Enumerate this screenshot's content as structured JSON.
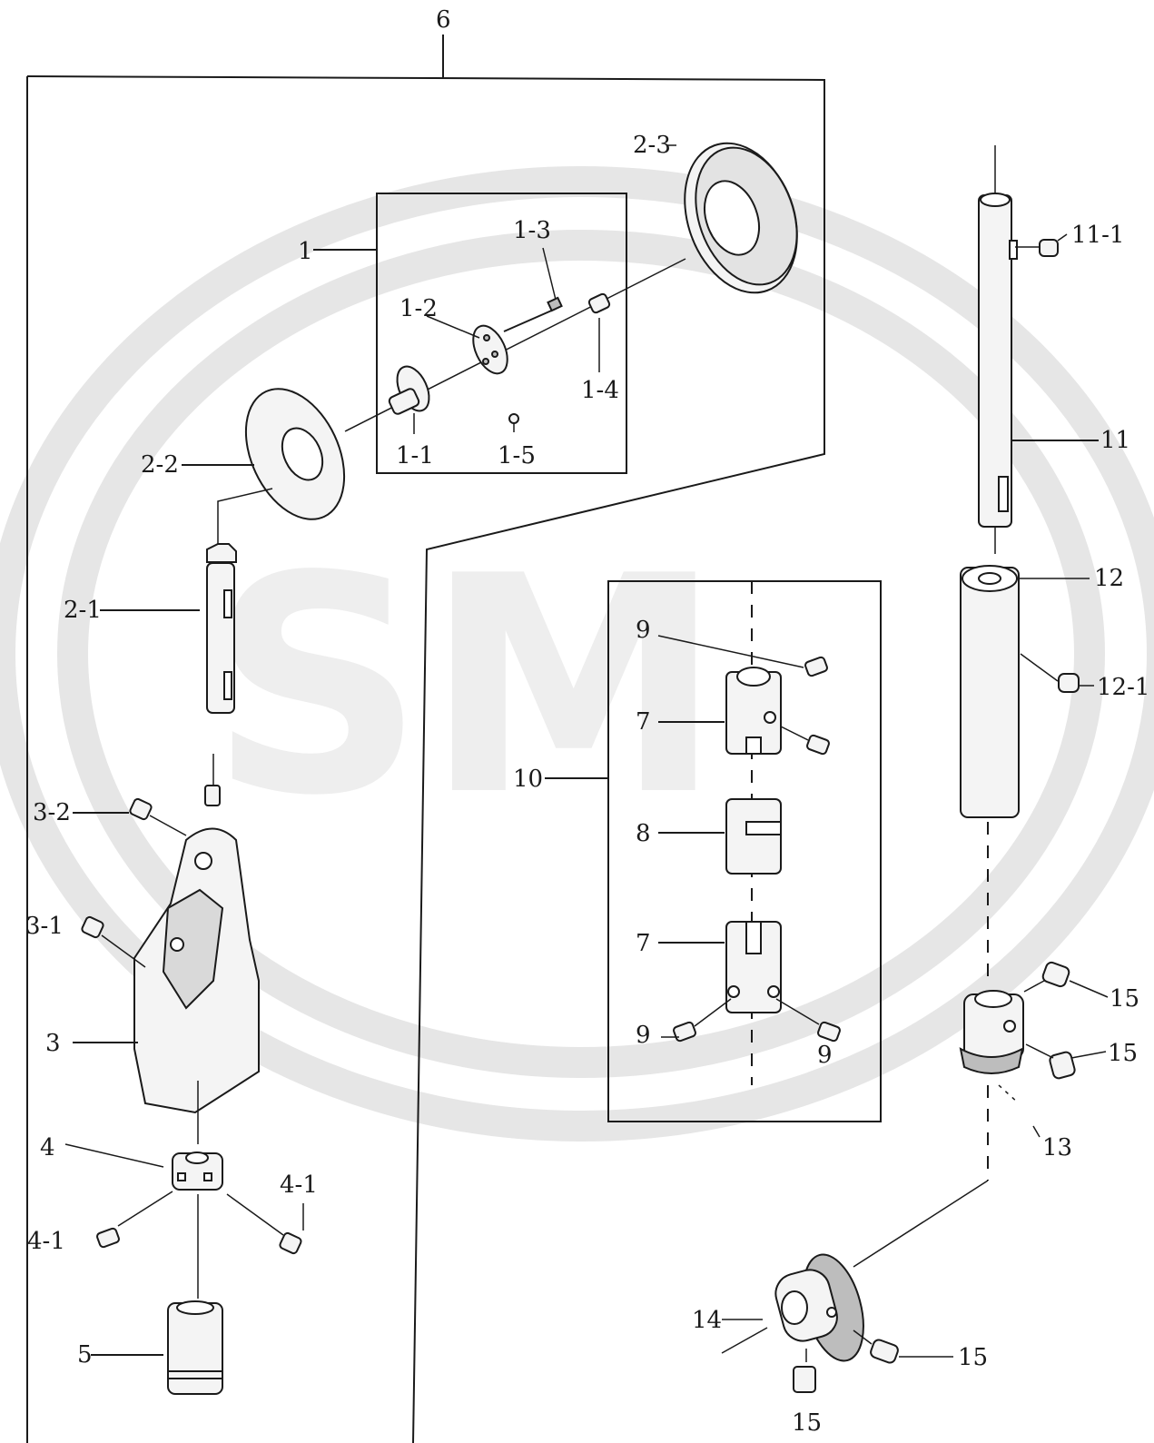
{
  "labels": {
    "l6": "6",
    "l1": "1",
    "l1_1": "1-1",
    "l1_2": "1-2",
    "l1_3": "1-3",
    "l1_4": "1-4",
    "l1_5": "1-5",
    "l2_1": "2-1",
    "l2_2": "2-2",
    "l2_3": "2-3",
    "l3": "3",
    "l3_1": "3-1",
    "l3_2": "3-2",
    "l4": "4",
    "l4_1a": "4-1",
    "l4_1b": "4-1",
    "l5": "5",
    "l7a": "7",
    "l7b": "7",
    "l8": "8",
    "l9a": "9",
    "l9b": "9",
    "l9c": "9",
    "l10": "10",
    "l11": "11",
    "l11_1": "11-1",
    "l12": "12",
    "l12_1": "12-1",
    "l13": "13",
    "l14": "14",
    "l15a": "15",
    "l15b": "15",
    "l15c": "15",
    "l15d": "15"
  },
  "watermark": {
    "text": "SM",
    "color": "#e6e6e6"
  }
}
